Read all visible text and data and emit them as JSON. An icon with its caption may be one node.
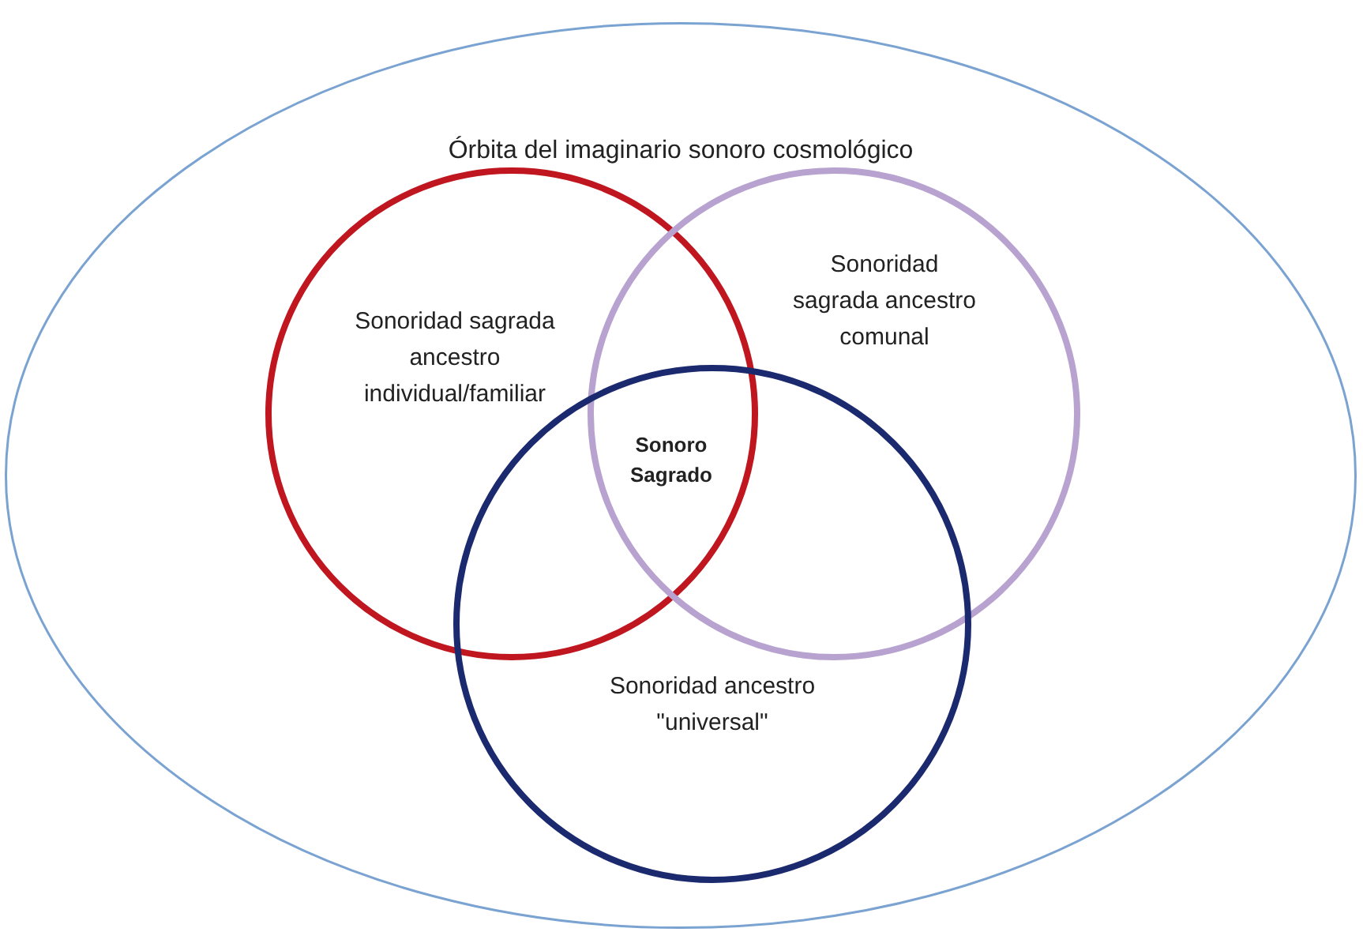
{
  "diagram": {
    "nodes": [
      {
        "text": [
          "Órbita del imaginario sonoro cosmológico"
        ]
      },
      {
        "text": [
          "Sonoridad sagrada ancestro individual/familiar"
        ],
        "in": 0
      },
      {
        "text": [
          "Sonoridad sagrada ancestro comunal"
        ],
        "in": 0
      },
      {
        "text": [
          "Sonoridad ancestro \"universal\""
        ],
        "in": 0
      }
    ],
    "edges": [],
    "labels": [
      "Sonoro Sagrado"
    ]
  }
}
